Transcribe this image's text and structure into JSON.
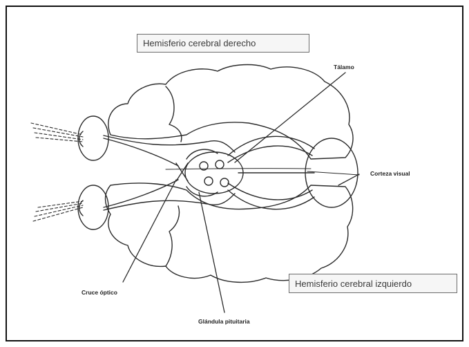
{
  "labels": {
    "right_hemisphere": "Hemisferio cerebral derecho",
    "left_hemisphere": "Hemisferio cerebral izquierdo",
    "thalamus": "Tálamo",
    "visual_cortex": "Corteza visual",
    "optic_chiasm": "Cruce óptico",
    "pituitary": "Glándula pituitaria"
  },
  "colors": {
    "ink": "#2a2a2a",
    "frame": "#111111",
    "label_box": "#f6f6f6"
  }
}
